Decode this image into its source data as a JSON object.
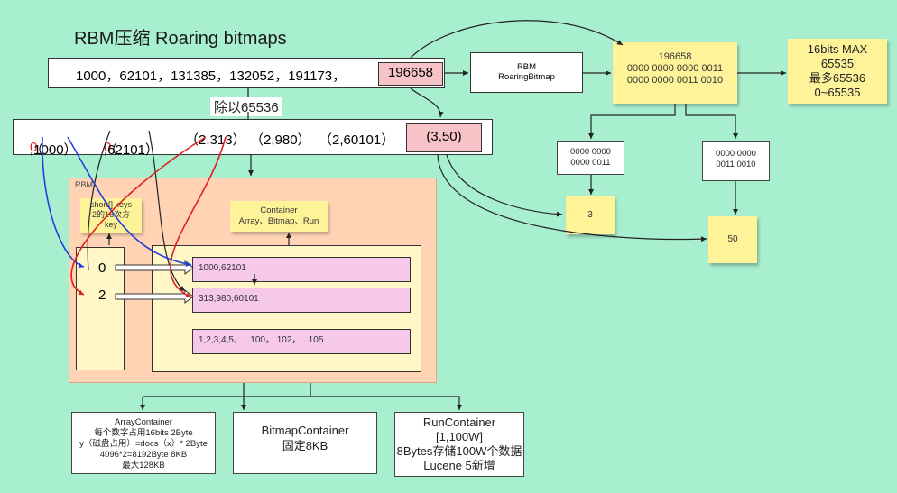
{
  "title": "RBM压缩  Roaring bitmaps",
  "input_row": {
    "values_text": "1000，62101，131385，132052，191173，",
    "highlight": "196658"
  },
  "divide_label": "除以65536",
  "pair_row": {
    "pairs": [
      {
        "open": "（",
        "hi": "0",
        "rest": ",1000）"
      },
      {
        "open": "（",
        "hi": "0",
        "rest": ",62101）"
      },
      {
        "open": "（2,313）",
        "hi": "",
        "rest": ""
      },
      {
        "open": "（2,980）",
        "hi": "",
        "rest": ""
      },
      {
        "open": "（2,60101）",
        "hi": "",
        "rest": ""
      }
    ],
    "highlight": "(3,50)"
  },
  "rbm_node": {
    "line1": "RBM",
    "line2": "RoaringBitmap"
  },
  "value_note": {
    "line1": "196658",
    "line2": "0000 0000 0000 0011",
    "line3": "0000 0000 0011 0010"
  },
  "limits_note": {
    "line1": "16bits MAX",
    "line2": "65535",
    "line3": "最多65536",
    "line4": "0~65535"
  },
  "high_bits": {
    "line1": "0000 0000",
    "line2": "0000 0011"
  },
  "low_bits": {
    "line1": "0000 0000",
    "line2": "0011 0010"
  },
  "note_3": "3",
  "note_50": "50",
  "panel": {
    "label": "RBM",
    "keys_note": {
      "line1": "short[] keys",
      "line2": "2的16次方",
      "line3": "key"
    },
    "container_note": {
      "line1": "Container",
      "line2": "Array、Bitmap、Run"
    },
    "keys": [
      "0",
      "2"
    ],
    "containers": [
      "1000,62101",
      "313,980,60101",
      "1,2,3,4,5，...100，  102，...105"
    ]
  },
  "containers": {
    "array": {
      "line1": "ArrayContainer",
      "line2": "每个数字占用16bits    2Byte",
      "line3": "y（磁盘占用）=docs（x）* 2Byte",
      "line4": "4096*2=8192Byte 8KB",
      "line5": "最大128KB"
    },
    "bitmap": {
      "line1": "BitmapContainer",
      "line2": "固定8KB"
    },
    "run": {
      "line1": "RunContainer",
      "line2": "[1,100W]",
      "line3": "8Bytes存储100W个数据",
      "line4": "Lucene 5新增"
    }
  },
  "colors": {
    "background": "#a8efcf",
    "sticky": "#fff39a",
    "pink": "#f7c3c7",
    "panel": "#ffd3b4",
    "red_arrow": "#e02020",
    "blue_arrow": "#1f3fd8"
  }
}
